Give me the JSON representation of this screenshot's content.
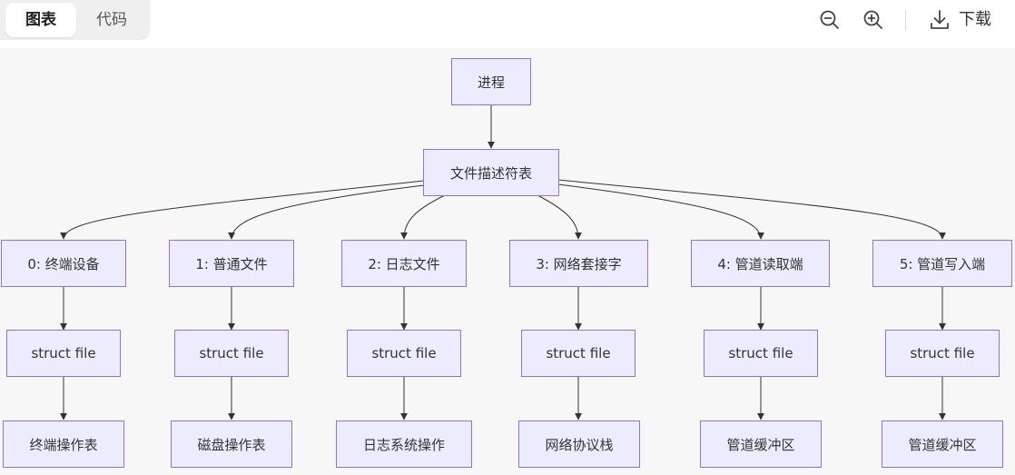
{
  "toolbar": {
    "tabs": [
      {
        "label": "图表",
        "active": true
      },
      {
        "label": "代码",
        "active": false
      }
    ],
    "zoom_out_icon": "zoom-out-icon",
    "zoom_in_icon": "zoom-in-icon",
    "download_icon": "download-icon",
    "download_label": "下载"
  },
  "colors": {
    "node_fill": "#ececfe",
    "node_border": "#9370db",
    "edge": "#333333",
    "canvas": "#f7f7f7"
  },
  "diagram": {
    "root": "进程",
    "table": "文件描述符表",
    "descriptors": [
      {
        "fd": "0: 终端设备",
        "struct": "struct file",
        "ops": "终端操作表"
      },
      {
        "fd": "1: 普通文件",
        "struct": "struct file",
        "ops": "磁盘操作表"
      },
      {
        "fd": "2: 日志文件",
        "struct": "struct file",
        "ops": "日志系统操作"
      },
      {
        "fd": "3: 网络套接字",
        "struct": "struct file",
        "ops": "网络协议栈"
      },
      {
        "fd": "4: 管道读取端",
        "struct": "struct file",
        "ops": "管道缓冲区"
      },
      {
        "fd": "5: 管道写入端",
        "struct": "struct file",
        "ops": "管道缓冲区"
      }
    ]
  }
}
